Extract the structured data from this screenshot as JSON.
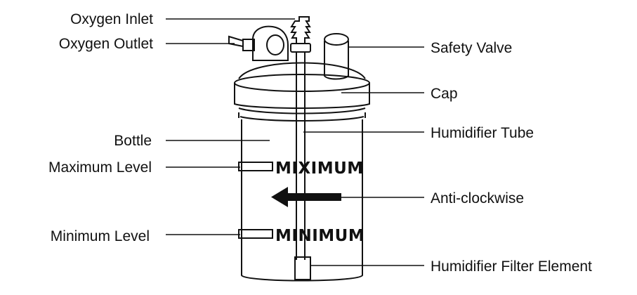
{
  "labels": {
    "oxygen_inlet": "Oxygen Inlet",
    "oxygen_outlet": "Oxygen Outlet",
    "bottle": "Bottle",
    "maximum_level": "Maximum Level",
    "minimum_level": "Minimum Level",
    "safety_valve": "Safety Valve",
    "cap": "Cap",
    "humidifier_tube": "Humidifier Tube",
    "anti_clockwise": "Anti-clockwise",
    "humidifier_filter_element": "Humidifier Filter Element"
  },
  "markings": {
    "maximum": "MIXIMUM",
    "minimum": "MINIMUM"
  },
  "colors": {
    "ink": "#111111",
    "background": "#ffffff"
  }
}
